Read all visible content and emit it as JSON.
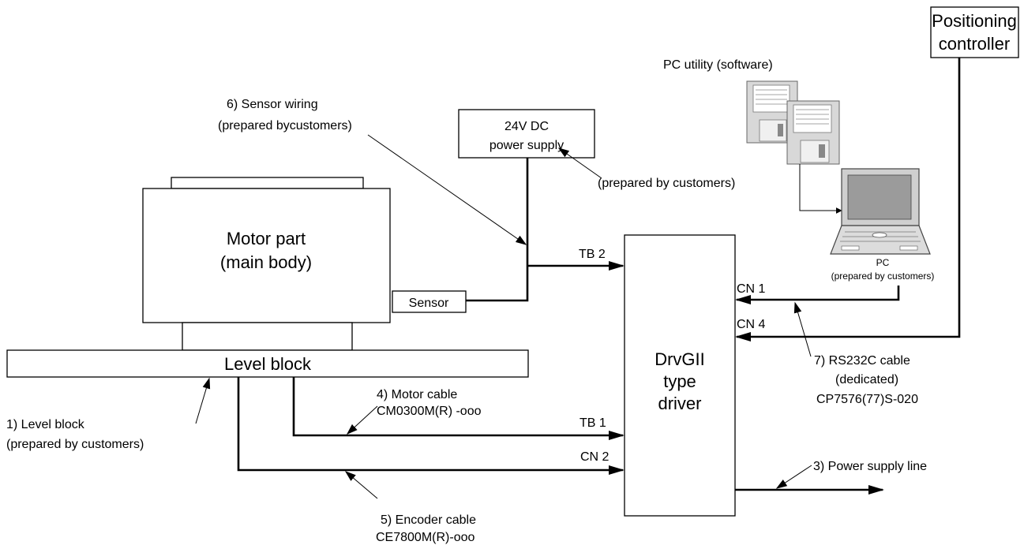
{
  "blocks": {
    "motor_line1": "Motor part",
    "motor_line2": "(main body)",
    "sensor": "Sensor",
    "level_block": "Level block",
    "power_line1": "24V DC",
    "power_line2": "power supply",
    "driver_line1": "DrvGII",
    "driver_line2": "type",
    "driver_line3": "driver",
    "controller_line1": "Positioning",
    "controller_line2": "controller"
  },
  "pc": {
    "utility_label": "PC utility (software)",
    "pc_label": "PC",
    "pc_note": "(prepared by customers)"
  },
  "ports": {
    "tb2": "TB 2",
    "tb1": "TB 1",
    "cn1": "CN 1",
    "cn4": "CN 4",
    "cn2": "CN 2"
  },
  "callouts": {
    "sensor_wiring_1": "6) Sensor wiring",
    "sensor_wiring_2": "(prepared bycustomers)",
    "power_note": "(prepared by customers)",
    "level_block_1": "1) Level block",
    "level_block_2": "(prepared by customers)",
    "motor_cable_1": "4) Motor cable",
    "motor_cable_2": "CM0300M(R) -ooo",
    "encoder_cable_1": "5) Encoder cable",
    "encoder_cable_2": "CE7800M(R)-ooo",
    "rs232_1": "7) RS232C cable",
    "rs232_2": "(dedicated)",
    "rs232_3": "CP7576(77)S-020",
    "power_line": "3) Power supply line"
  }
}
